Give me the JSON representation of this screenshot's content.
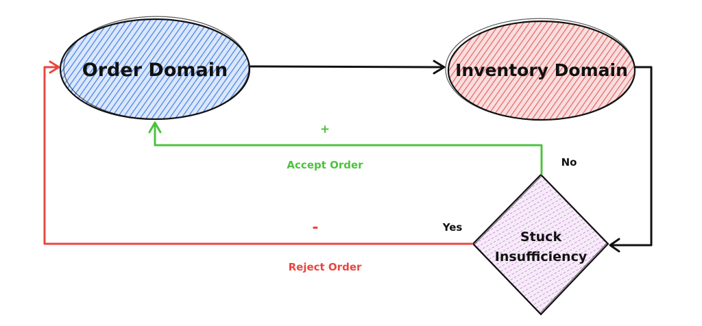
{
  "colors": {
    "order_fill": "#4a86e8",
    "order_bg": "#dbe7fb",
    "inventory_fill": "#e86b6b",
    "inventory_bg": "#f9dede",
    "decision_fill": "#c678d6",
    "decision_bg": "#f4e8f7",
    "accept": "#4cc23f",
    "reject": "#e8473f",
    "flow": "#111111"
  },
  "nodes": {
    "order": {
      "label": "Order Domain"
    },
    "inventory": {
      "label": "Inventory Domain"
    },
    "decision": {
      "label_line1": "Stuck",
      "label_line2": "Insufficiency"
    }
  },
  "edges": {
    "accept": {
      "symbol": "+",
      "label": "Accept Order"
    },
    "reject": {
      "symbol": "-",
      "label": "Reject Order"
    },
    "no": {
      "label": "No"
    },
    "yes": {
      "label": "Yes"
    }
  }
}
